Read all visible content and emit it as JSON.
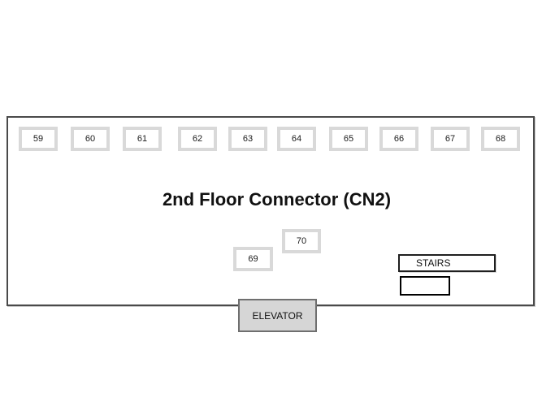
{
  "floor_plan": {
    "title": "2nd Floor Connector (CN2)",
    "top_rooms": [
      {
        "label": "59"
      },
      {
        "label": "60"
      },
      {
        "label": "61"
      },
      {
        "label": "62"
      },
      {
        "label": "63"
      },
      {
        "label": "64"
      },
      {
        "label": "65"
      },
      {
        "label": "66"
      },
      {
        "label": "67"
      },
      {
        "label": "68"
      }
    ],
    "mid_rooms": [
      {
        "label": "69"
      },
      {
        "label": "70"
      }
    ],
    "stairs_label": "STAIRS",
    "elevator_label": "ELEVATOR",
    "colors": {
      "background": "#ffffff",
      "floor_outline_border": "#4a4a4a",
      "room_border": "#d9d9d9",
      "room_fill": "#ffffff",
      "stairs_border": "#1f1f1f",
      "elevator_fill": "#d6d6d6",
      "elevator_border": "#6f6f6f",
      "text": "#111111"
    }
  }
}
